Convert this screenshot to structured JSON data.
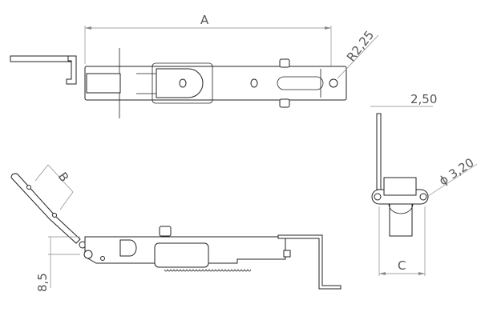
{
  "drawing": {
    "title": "Latch mechanism technical drawing",
    "views": [
      "top-view",
      "side-view",
      "end-view"
    ]
  },
  "dimensions": {
    "A": "A",
    "R": "R2,25",
    "B": "B",
    "h": "8,5",
    "w": "2,50",
    "d": "ϕ 3,20",
    "C": "C"
  },
  "colors": {
    "line": "#222222",
    "dimension_line": "#888888",
    "dimension_text": "#555555",
    "background": "#ffffff"
  }
}
